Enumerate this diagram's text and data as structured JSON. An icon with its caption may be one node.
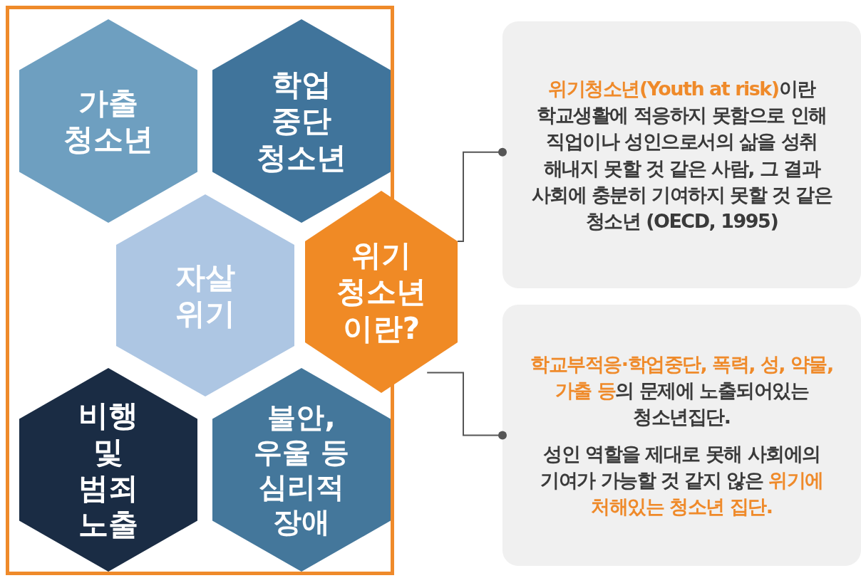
{
  "diagram": {
    "nodes": [
      {
        "text": [],
        "shape": "box"
      },
      {
        "text": [
          "가출 청소년"
        ],
        "in": 0
      },
      {
        "text": [
          "학업 중단 청소년"
        ],
        "in": 0
      },
      {
        "text": [
          "자살 위기"
        ],
        "in": 0
      },
      {
        "text": [
          "위기 청소년 이란?"
        ]
      },
      {
        "text": [
          "비행 및 범죄 노출"
        ],
        "in": 0
      },
      {
        "text": [
          "불안, 우울 등 심리적 장애"
        ],
        "in": 0
      },
      {
        "text": [
          "**위기청소년(Youth at risk)**이란 학교생활에 적응하지 못함으로 인해 직업이나 성인으로서의 삶을 성취 해내지 못할 것 같은 사람, 그 결과 사회에 충분히 기여하지 못할 것 같은 청소년 (OECD, 1995)"
        ]
      },
      {
        "text": [
          "**학교부적응·학업중단, 폭력, 성, 약물, 가출 등**의 문제에 노출되어있는 청소년집단.",
          "성인 역할을 제대로 못해 사회에의 기여가 가능할 것 같지 않은 **위기에 처해있는 청소년 집단.**"
        ]
      }
    ],
    "edges": [
      {
        "from": 4,
        "to": 7,
        "arrow": "other"
      },
      {
        "from": 4,
        "to": 8,
        "arrow": "other"
      }
    ]
  }
}
